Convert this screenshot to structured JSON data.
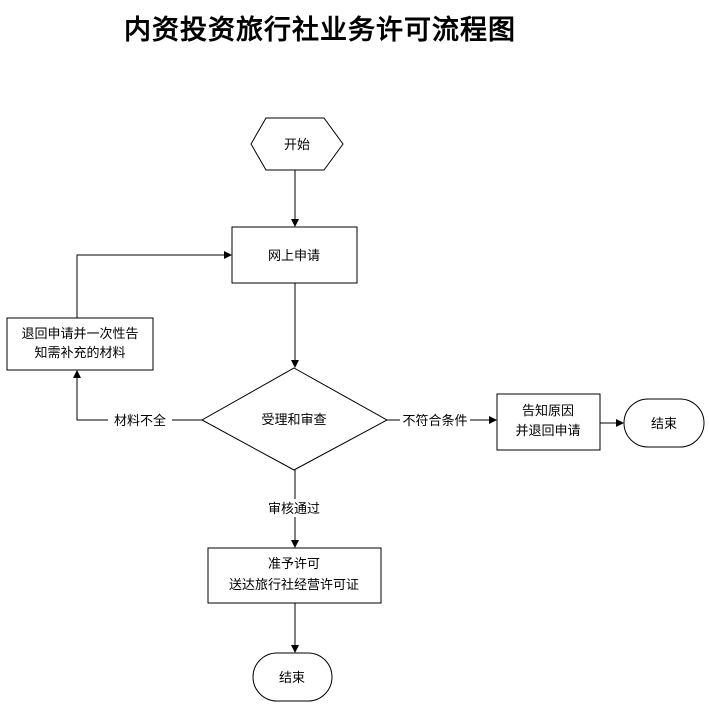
{
  "title": "内资投资旅行社业务许可流程图",
  "nodes": {
    "start": "开始",
    "apply": "网上申请",
    "notify_left": [
      "退回申请并一次性告",
      "知需补充的材料"
    ],
    "review": "受理和审查",
    "notify_right": [
      "告知原因",
      "并退回申请"
    ],
    "end_right": "结束",
    "approve": [
      "准予许可",
      "送达旅行社经营许可证"
    ],
    "end_bottom": "结束"
  },
  "edges": {
    "incomplete": "材料不全",
    "not_qualified": "不符合条件",
    "passed": "审核通过"
  }
}
